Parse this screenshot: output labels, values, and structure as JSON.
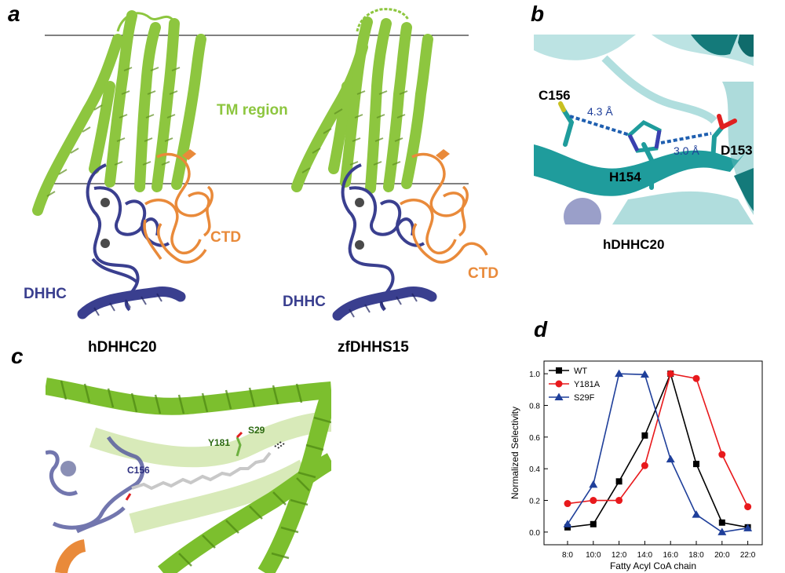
{
  "panels": {
    "a": {
      "letter": "a",
      "tm_region": "TM region",
      "ctd_left": "CTD",
      "ctd_right": "CTD",
      "dhhc_left": "DHHC",
      "dhhc_right": "DHHC",
      "name_left": "hDHHC20",
      "name_right": "zfDHHS15"
    },
    "b": {
      "letter": "b",
      "c156": "C156",
      "h154": "H154",
      "d153": "D153",
      "dist1": "4.3 Å",
      "dist2": "3.0 Å",
      "caption": "hDHHC20"
    },
    "c": {
      "letter": "c",
      "y181": "Y181",
      "s29": "S29",
      "c156": "C156"
    },
    "d": {
      "letter": "d"
    }
  },
  "colors": {
    "tm": "#8dc63f",
    "dhhc": "#3a3f8f",
    "ctd": "#e98a3a",
    "teal": "#1f9c9c",
    "wt": "#000000",
    "y181a": "#e8191c",
    "s29f": "#1f3f9a"
  },
  "chart_data": {
    "type": "line",
    "xlabel": "Fatty Acyl CoA chain",
    "ylabel": "Normalized Selectivity",
    "categories": [
      "8:0",
      "10:0",
      "12:0",
      "14:0",
      "16:0",
      "18:0",
      "20:0",
      "22:0"
    ],
    "ylim": [
      -0.08,
      1.08
    ],
    "yticks": [
      "0.0",
      "0.2",
      "0.4",
      "0.6",
      "0.8",
      "1.0"
    ],
    "legend_position": "top-left",
    "series": [
      {
        "name": "WT",
        "marker": "square",
        "color": "#000000",
        "values": [
          0.03,
          0.05,
          0.32,
          0.61,
          1.0,
          0.43,
          0.06,
          0.03
        ]
      },
      {
        "name": "Y181A",
        "marker": "circle",
        "color": "#e8191c",
        "values": [
          0.18,
          0.2,
          0.2,
          0.42,
          1.0,
          0.97,
          0.49,
          0.16
        ]
      },
      {
        "name": "S29F",
        "marker": "triangle",
        "color": "#1f3f9a",
        "values": [
          0.05,
          0.3,
          1.0,
          0.995,
          0.46,
          0.11,
          0.0,
          0.025
        ]
      }
    ]
  }
}
